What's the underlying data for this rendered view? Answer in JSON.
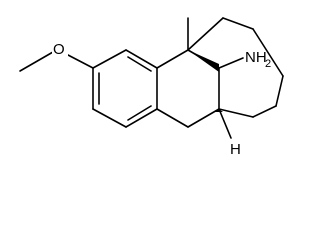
{
  "structure": {
    "atoms": {
      "oxygen": "O",
      "amine": "NH",
      "amine_subscript": "2",
      "hydrogen": "H"
    },
    "bond_color": "#000000"
  }
}
